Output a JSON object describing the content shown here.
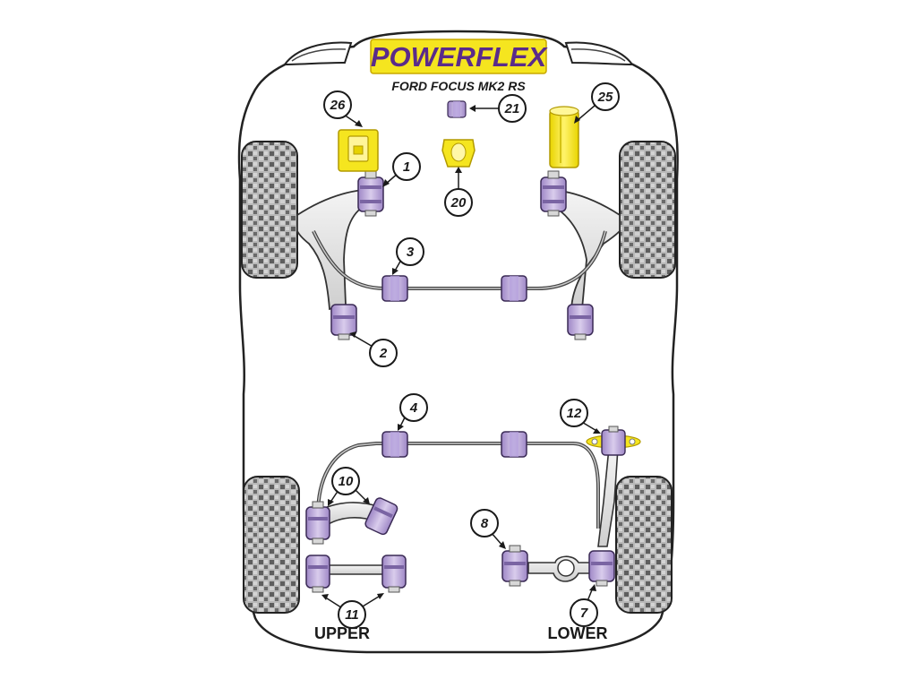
{
  "brand": "POWERFLEX",
  "model": "FORD FOCUS MK2 RS",
  "colors": {
    "bush_purple": "#c8b8e0",
    "bush_purple_dark": "#8f79b8",
    "poly_yellow": "#f5e51f",
    "poly_yellow_dark": "#c8b40a",
    "logo_purple": "#5a2b8a",
    "arm_grey": "#e6e6e6",
    "tyre_grey": "#9c9c9c"
  },
  "callouts": [
    {
      "id": "c26",
      "label": "26"
    },
    {
      "id": "c21",
      "label": "21"
    },
    {
      "id": "c25",
      "label": "25"
    },
    {
      "id": "c1",
      "label": "1"
    },
    {
      "id": "c20",
      "label": "20"
    },
    {
      "id": "c3",
      "label": "3"
    },
    {
      "id": "c2",
      "label": "2"
    },
    {
      "id": "c4",
      "label": "4"
    },
    {
      "id": "c12",
      "label": "12"
    },
    {
      "id": "c10",
      "label": "10"
    },
    {
      "id": "c8",
      "label": "8"
    },
    {
      "id": "c11",
      "label": "11"
    },
    {
      "id": "c7",
      "label": "7"
    }
  ],
  "sections": {
    "upper": "UPPER",
    "lower": "LOWER"
  }
}
